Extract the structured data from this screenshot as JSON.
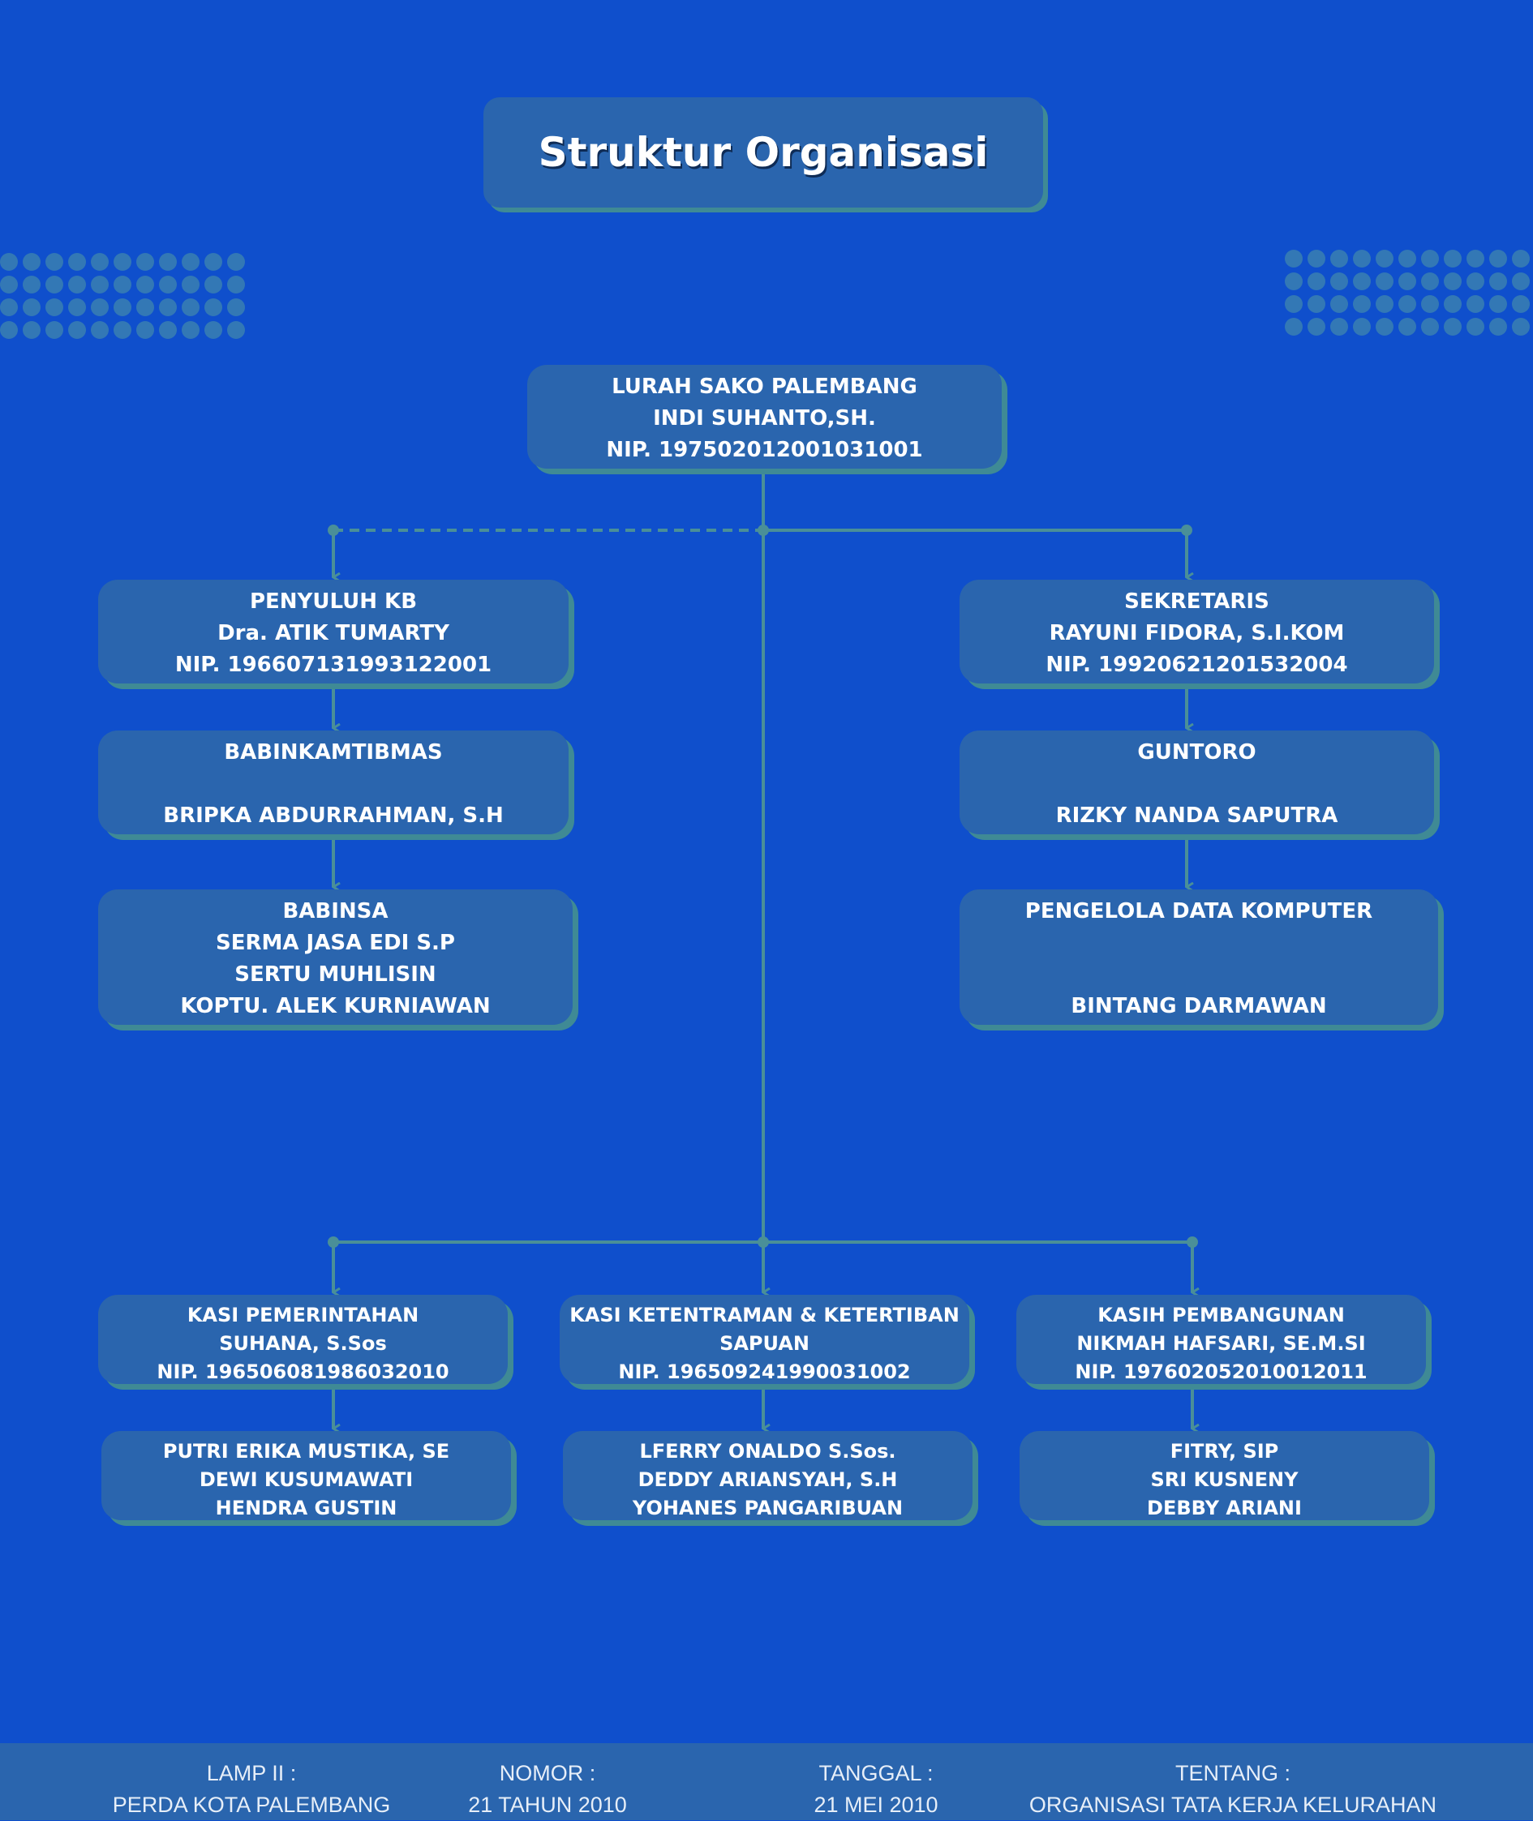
{
  "title": "Struktur Organisasi",
  "head": {
    "lines": [
      "LURAH SAKO PALEMBANG",
      "INDI SUHANTO,SH.",
      "NIP. 197502012001031001"
    ]
  },
  "left_branch": [
    {
      "lines": [
        "PENYULUH KB",
        "Dra. ATIK TUMARTY",
        "NIP. 196607131993122001"
      ]
    },
    {
      "lines": [
        "BABINKAMTIBMAS",
        "BRIPKA ABDURRAHMAN, S.H"
      ]
    },
    {
      "lines": [
        "BABINSA",
        "SERMA JASA EDI S.P",
        "SERTU MUHLISIN",
        "KOPTU. ALEK KURNIAWAN"
      ]
    }
  ],
  "right_branch": [
    {
      "lines": [
        "SEKRETARIS",
        "RAYUNI FIDORA, S.I.KOM",
        "NIP. 19920621201532004"
      ]
    },
    {
      "lines": [
        "GUNTORO",
        "RIZKY NANDA SAPUTRA"
      ]
    },
    {
      "lines": [
        "PENGELOLA DATA KOMPUTER",
        "BINTANG DARMAWAN"
      ]
    }
  ],
  "sections": [
    {
      "head": {
        "lines": [
          "KASI PEMERINTAHAN",
          "SUHANA, S.Sos",
          "NIP. 196506081986032010"
        ]
      },
      "staff": {
        "lines": [
          "PUTRI ERIKA MUSTIKA, SE",
          "DEWI KUSUMAWATI",
          "HENDRA GUSTIN"
        ]
      }
    },
    {
      "head": {
        "lines": [
          "KASI KETENTRAMAN & KETERTIBAN",
          "SAPUAN",
          "NIP. 196509241990031002"
        ]
      },
      "staff": {
        "lines": [
          "LFERRY ONALDO S.Sos.",
          "DEDDY ARIANSYAH, S.H",
          "YOHANES PANGARIBUAN"
        ]
      }
    },
    {
      "head": {
        "lines": [
          "KASIH PEMBANGUNAN",
          "NIKMAH HAFSARI, SE.M.SI",
          "NIP. 197602052010012011"
        ]
      },
      "staff": {
        "lines": [
          "FITRY, SIP",
          "SRI KUSNENY",
          "DEBBY ARIANI"
        ]
      }
    }
  ],
  "footer": [
    {
      "label": "LAMP II :",
      "value": "PERDA KOTA PALEMBANG"
    },
    {
      "label": "NOMOR :",
      "value": "21 TAHUN 2010"
    },
    {
      "label": "TANGGAL :",
      "value": "21 MEI 2010"
    },
    {
      "label": "TENTANG :",
      "value": "ORGANISASI TATA KERJA KELURAHAN"
    }
  ],
  "colors": {
    "background": "#0f4fcc",
    "box": "#2a65ae",
    "box_shadow": "#3f8a95",
    "connector": "#4a8f98"
  }
}
